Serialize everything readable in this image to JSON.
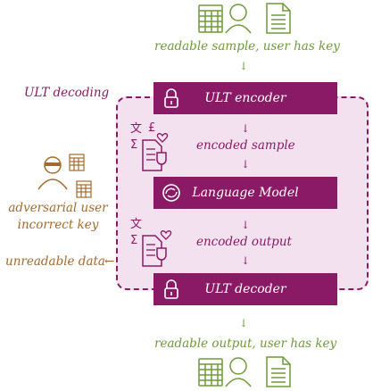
{
  "top": {
    "caption": "readable sample, user has key",
    "arrow": "↓"
  },
  "ult_decoding": {
    "label": "ULT decoding"
  },
  "encoder": {
    "label": "ULT encoder"
  },
  "encoded_sample": {
    "caption": "encoded sample",
    "arrow_in": "↓",
    "arrow_out": "↓"
  },
  "language_model": {
    "label": "Language Model"
  },
  "encoded_output": {
    "caption": "encoded output",
    "arrow_in": "↓",
    "arrow_out": "↓"
  },
  "decoder": {
    "label": "ULT decoder"
  },
  "adversary": {
    "line1": "adversarial user",
    "line2": "incorrect key",
    "unreadable": "unreadable data",
    "arrow": "←"
  },
  "bottom": {
    "caption": "readable output, user has key",
    "arrow": "↓"
  },
  "glyphs": {
    "chinese": "文",
    "pound": "£",
    "sigma": "Σ"
  },
  "colors": {
    "purple": "#8b1a66",
    "green": "#6f9a3a",
    "brown": "#a36a2e",
    "region": "#f3e1ef"
  }
}
